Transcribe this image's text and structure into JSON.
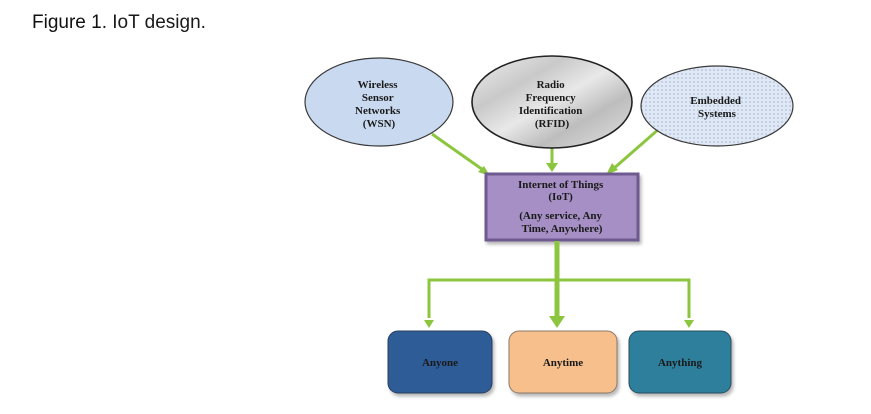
{
  "caption": {
    "figure_label": "Figure 1",
    "title": ". IoT design."
  },
  "diagram": {
    "inputs": [
      {
        "id": "wsn",
        "lines": [
          "Wireless",
          "Sensor",
          "Networks",
          "(WSN)"
        ],
        "fill": "#c9d9f0"
      },
      {
        "id": "rfid",
        "lines": [
          "Radio",
          "Frequency",
          "Identification",
          "(RFID)"
        ],
        "fill": "#d8d8d8"
      },
      {
        "id": "embedded",
        "lines": [
          "Embedded",
          "Systems"
        ],
        "fill": "#dde6f2"
      }
    ],
    "hub": {
      "lines": [
        "Internet of Things",
        "(IoT)",
        "",
        "(Any service, Any",
        "Time, Anywhere)"
      ],
      "fill": "#a58fc4",
      "border": "#6e5a91"
    },
    "outputs": [
      {
        "id": "anyone",
        "label": "Anyone",
        "fill": "#2f5b96"
      },
      {
        "id": "anytime",
        "label": "Anytime",
        "fill": "#f7bf8c"
      },
      {
        "id": "anything",
        "label": "Anything",
        "fill": "#2e7f9b"
      }
    ],
    "connector_color": "#8cc63f"
  }
}
